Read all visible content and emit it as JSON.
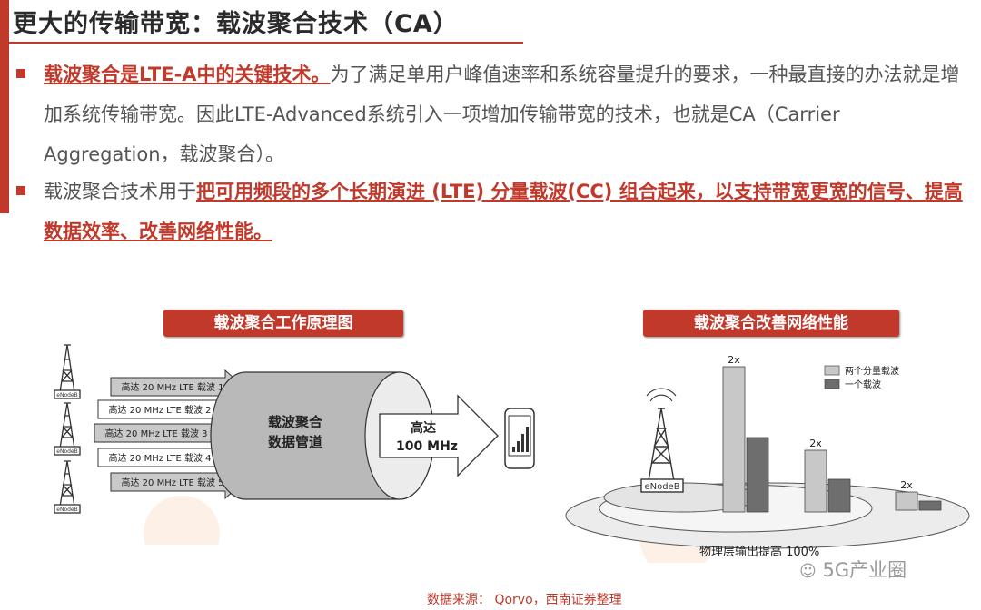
{
  "header": {
    "title": "更大的传输带宽：载波聚合技术（CA）"
  },
  "bullets": [
    {
      "bold_part": "载波聚合是LTE-A中的关键技术。",
      "rest": "为了满足单用户峰值速率和系统容量提升的要求，一种最直接的办法就是增加系统传输带宽。因此LTE-Advanced系统引入一项增加传输带宽的技术，也就是CA（Carrier Aggregation，载波聚合）。"
    },
    {
      "lead": "载波聚合技术用于",
      "highlight": "把可用频段的多个长期演进 (LTE) 分量载波(CC) 组合起来，以支持带宽更宽的信号、提高数据效率、改善网络性能。"
    }
  ],
  "left_diagram": {
    "banner": "载波聚合工作原理图",
    "tower_label": "eNodeB",
    "carriers": [
      "高达 20 MHz LTE 载波 1",
      "高达 20 MHz LTE 载波 2",
      "高达 20 MHz LTE 载波 3",
      "高达 20 MHz LTE 载波 4",
      "高达 20 MHz LTE 载波 5"
    ],
    "pipe_label_line1": "载波聚合",
    "pipe_label_line2": "数据管道",
    "output_line1": "高达",
    "output_line2": "100 MHz"
  },
  "right_diagram": {
    "banner": "载波聚合改善网络性能",
    "tower_label": "eNodeB",
    "legend": [
      {
        "label": "两个分量载波",
        "color": "#c8c8c8"
      },
      {
        "label": "一个载波",
        "color": "#6e6e6e"
      }
    ],
    "bar_labels": [
      "2x",
      "2x",
      "2x"
    ],
    "bottom_caption": "物理层输出提高 100%"
  },
  "footer": {
    "source_label": "数据来源：",
    "source_text": "Qorvo，西南证券整理",
    "watermark": "5G产业圈"
  },
  "colors": {
    "accent": "#c0392b"
  }
}
